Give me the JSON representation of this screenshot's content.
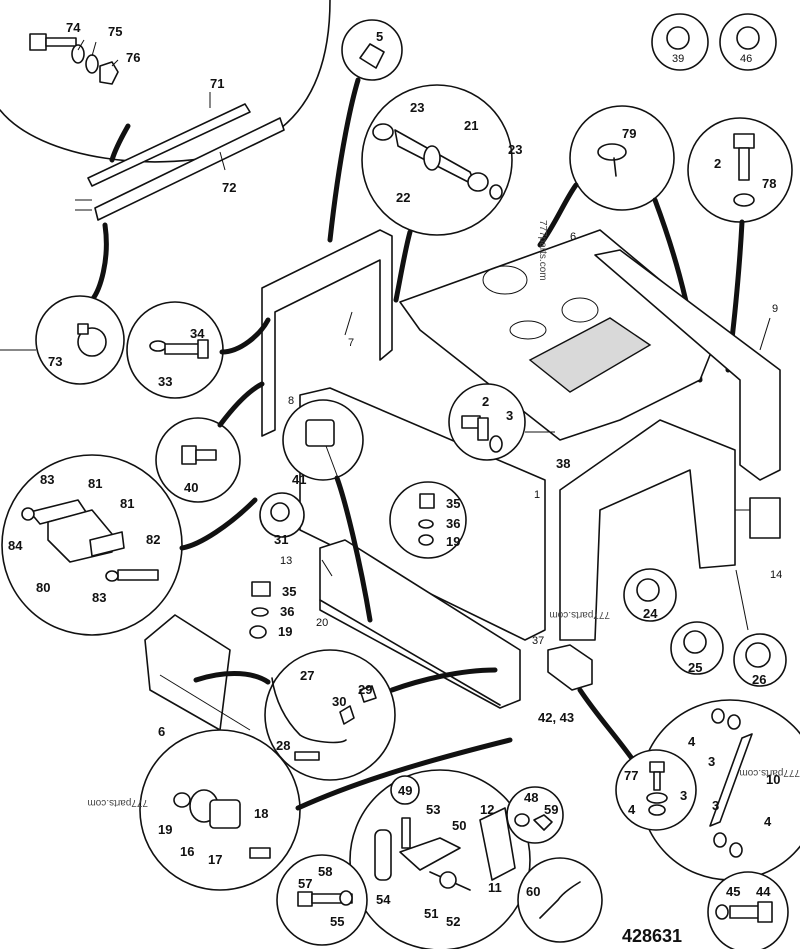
{
  "figure_number": "428631",
  "watermark": "777parts.com",
  "part_labels": {
    "p74": "74",
    "p75": "75",
    "p76": "76",
    "p71": "71",
    "p72": "72",
    "p73": "73",
    "p5": "5",
    "p21": "21",
    "p22": "22",
    "p23a": "23",
    "p23b": "23",
    "p79": "79",
    "p2a": "2",
    "p78": "78",
    "p39": "39",
    "p46": "46",
    "p6a": "6",
    "p7": "7",
    "p9": "9",
    "p34": "34",
    "p33": "33",
    "p8": "8",
    "p2b": "2",
    "p3a": "3",
    "p38": "38",
    "p41": "41",
    "p40": "40",
    "p1": "1",
    "p14": "14",
    "p83a": "83",
    "p81a": "81",
    "p81b": "81",
    "p84": "84",
    "p80": "80",
    "p82": "82",
    "p83b": "83",
    "p31": "31",
    "p35a": "35",
    "p36a": "36",
    "p19a": "19",
    "p13": "13",
    "p35b": "35",
    "p36b": "36",
    "p19b": "19",
    "p20": "20",
    "p24": "24",
    "p25": "25",
    "p26": "26",
    "p37": "37",
    "p42_43": "42, 43",
    "p27": "27",
    "p30": "30",
    "p29": "29",
    "p28": "28",
    "p6b": "6",
    "p4a": "4",
    "p3b": "3",
    "p10": "10",
    "p3c": "3",
    "p4b": "4",
    "p77": "77",
    "p4c": "4",
    "p3d": "3",
    "p18": "18",
    "p19c": "19",
    "p16": "16",
    "p17": "17",
    "p49": "49",
    "p53": "53",
    "p50": "50",
    "p12": "12",
    "p48": "48",
    "p59": "59",
    "p54": "54",
    "p51": "51",
    "p52": "52",
    "p11": "11",
    "p60": "60",
    "p58": "58",
    "p57": "57",
    "p55": "55",
    "p45": "45",
    "p44": "44"
  }
}
